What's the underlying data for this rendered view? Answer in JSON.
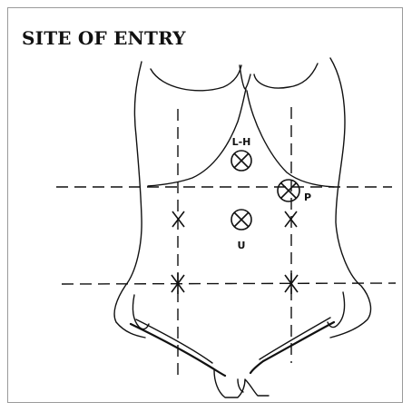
{
  "title": "SITE OF ENTRY",
  "labels": {
    "lh": "L-H",
    "p": "P",
    "u": "U"
  },
  "colors": {
    "ink": "#111111",
    "frame": "#9a9a9a"
  }
}
